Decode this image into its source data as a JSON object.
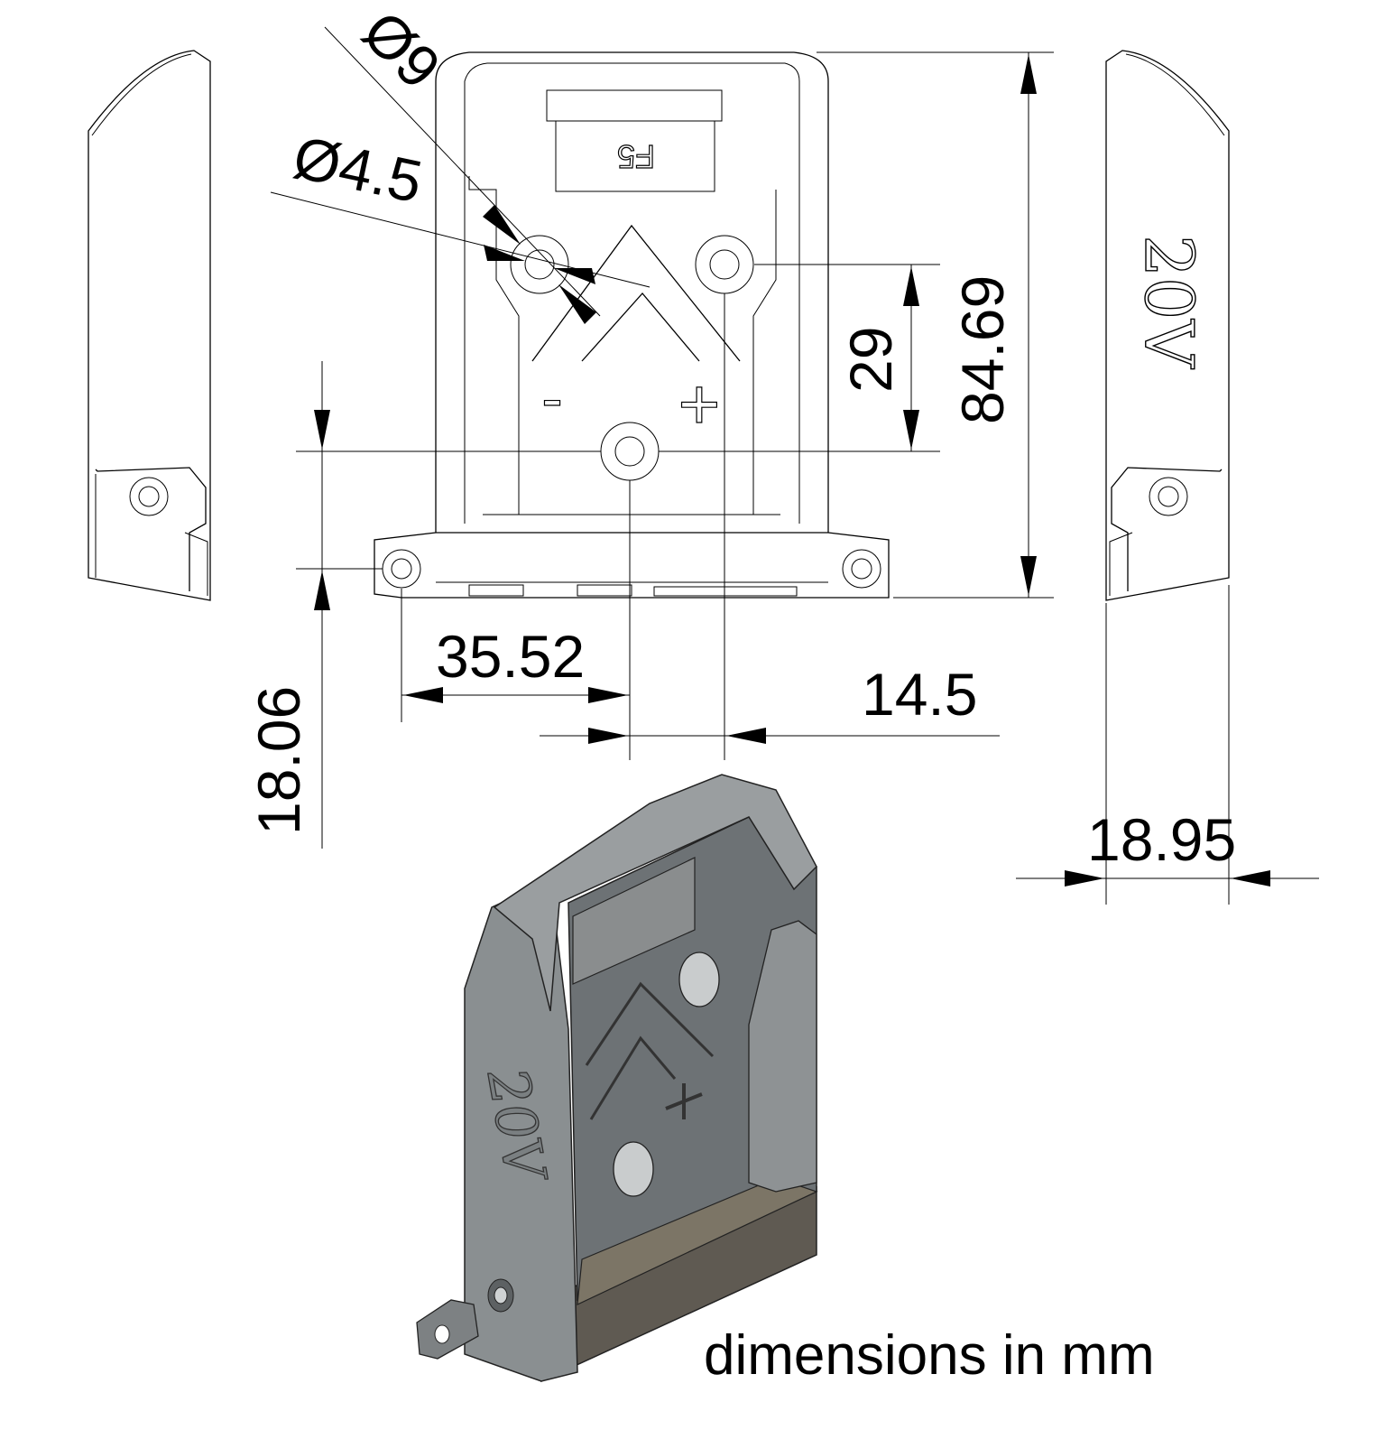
{
  "drawing": {
    "dimensions": {
      "hole_large_diameter": "Ø9",
      "hole_small_diameter": "Ø4.5",
      "hole_spacing_vertical": "29",
      "overall_height": "84.69",
      "hole_offset_from_ear": "35.52",
      "hole_offset_horizontal": "14.5",
      "ear_hole_height": "18.06",
      "depth": "18.95"
    },
    "markings": {
      "fuse_label": "F5",
      "minus_sign": "-",
      "plus_sign": "+",
      "voltage_label": "20V"
    },
    "note": "dimensions in mm"
  }
}
